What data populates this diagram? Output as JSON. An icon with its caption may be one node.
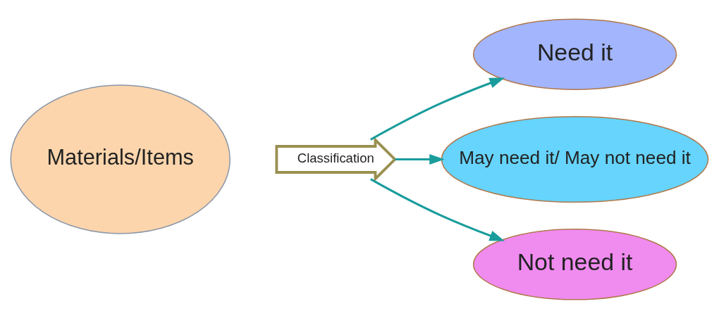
{
  "diagram": {
    "nodes": [
      {
        "text": [
          "Materials/Items"
        ]
      },
      {
        "text": [
          "Classification"
        ]
      },
      {
        "text": [
          "Need it"
        ]
      },
      {
        "text": [
          "May need it/ May not need it"
        ]
      },
      {
        "text": [
          "Not need it"
        ]
      }
    ],
    "edges": [
      {
        "from": 1,
        "to": 2,
        "arrow": "to"
      },
      {
        "from": 1,
        "to": 3,
        "arrow": "to"
      },
      {
        "from": 1,
        "to": 4,
        "arrow": "to"
      }
    ]
  }
}
